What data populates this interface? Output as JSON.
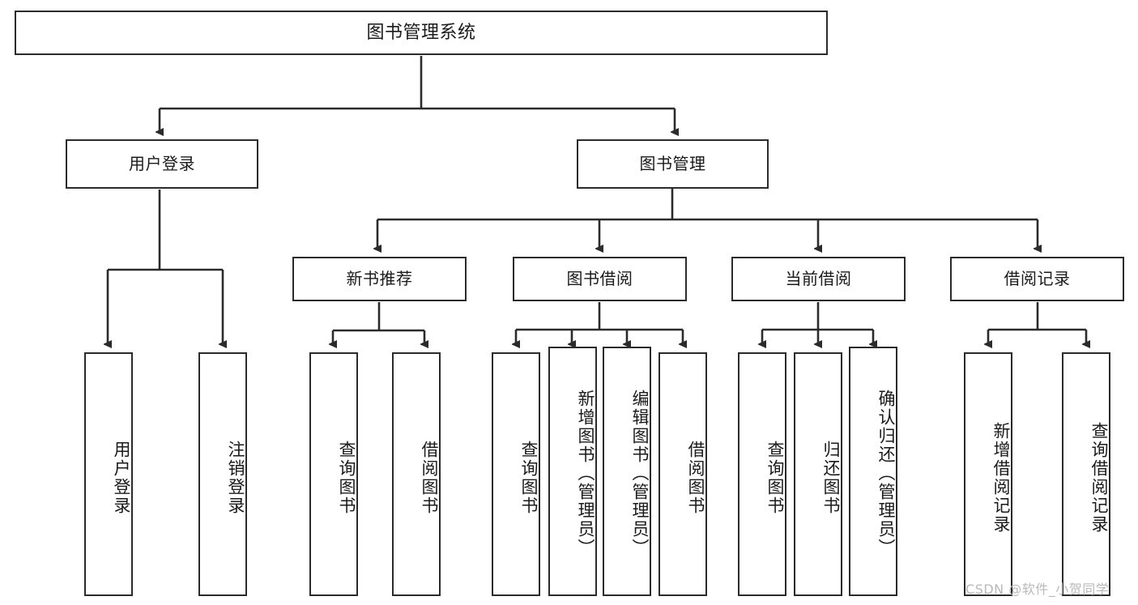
{
  "diagram": {
    "type": "tree",
    "title": "图书管理系统",
    "background": "#ffffff",
    "line_color": "#2b2b2b",
    "text_color": "#1a1a1a",
    "watermark": "CSDN @软件_小贺同学",
    "watermark_color": "#b9b9b9"
  },
  "nodes": {
    "root": {
      "label": "图书管理系统"
    },
    "level2": [
      {
        "label": "用户登录"
      },
      {
        "label": "图书管理"
      }
    ],
    "level3": [
      {
        "label": "新书推荐"
      },
      {
        "label": "图书借阅"
      },
      {
        "label": "当前借阅"
      },
      {
        "label": "借阅记录"
      }
    ],
    "leaves": {
      "user_login": [
        {
          "label": "用户登录"
        },
        {
          "label": "注销登录"
        }
      ],
      "new_book_recommend": [
        {
          "label": "查询图书"
        },
        {
          "label": "借阅图书"
        }
      ],
      "book_borrow": [
        {
          "label": "查询图书"
        },
        {
          "label": "新增图书（管理员）"
        },
        {
          "label": "编辑图书（管理员）"
        },
        {
          "label": "借阅图书"
        }
      ],
      "current_borrow": [
        {
          "label": "查询图书"
        },
        {
          "label": "归还图书"
        },
        {
          "label": "确认归还（管理员）"
        }
      ],
      "borrow_record": [
        {
          "label": "新增借阅记录"
        },
        {
          "label": "查询借阅记录"
        }
      ]
    }
  }
}
